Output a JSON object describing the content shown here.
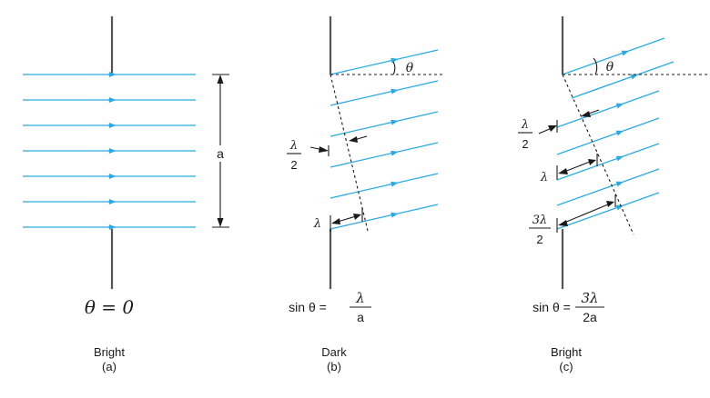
{
  "panels": [
    {
      "id": "a",
      "equation": "θ = 0",
      "caption": "Bright",
      "sub": "(a)",
      "slit_label": "a"
    },
    {
      "id": "b",
      "angle_label": "θ",
      "half_lambda": {
        "top": "λ",
        "bottom": "2"
      },
      "path_diff": "λ",
      "eq_left": "sin θ =",
      "eq_num": "λ",
      "eq_den": "a",
      "caption": "Dark",
      "sub": "(b)"
    },
    {
      "id": "c",
      "angle_label": "θ",
      "half_lambda": {
        "top": "λ",
        "bottom": "2"
      },
      "path_diff": "λ",
      "three_half": {
        "top": "3λ",
        "bottom": "2"
      },
      "eq_left": "sin θ =",
      "eq_num": "3λ",
      "eq_den": "2a",
      "caption": "Bright",
      "sub": "(c)"
    }
  ],
  "colors": {
    "ray": "#29abe2",
    "wall": "#555555",
    "ink": "#1a1a1a"
  }
}
